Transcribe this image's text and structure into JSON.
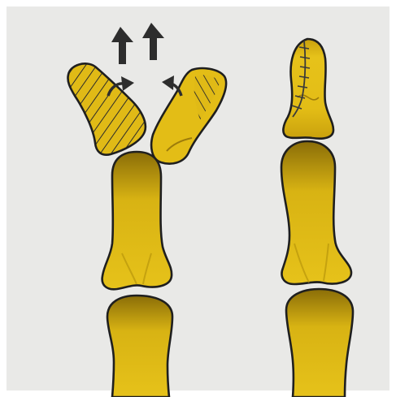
{
  "illustration": {
    "subject": "",
    "colors": {
      "bone_fill": "#e3bd16",
      "bone_shadow": "#a9870a",
      "outline": "#1f1f1f",
      "arrow": "#2d2d2d",
      "paper": "#e9e9e7",
      "border": "#ffffff"
    },
    "icons": [
      "split-bone-fragment-left",
      "split-bone-fragment-right",
      "arrow-up-icon",
      "curved-arrow-icon",
      "suture-line"
    ]
  }
}
